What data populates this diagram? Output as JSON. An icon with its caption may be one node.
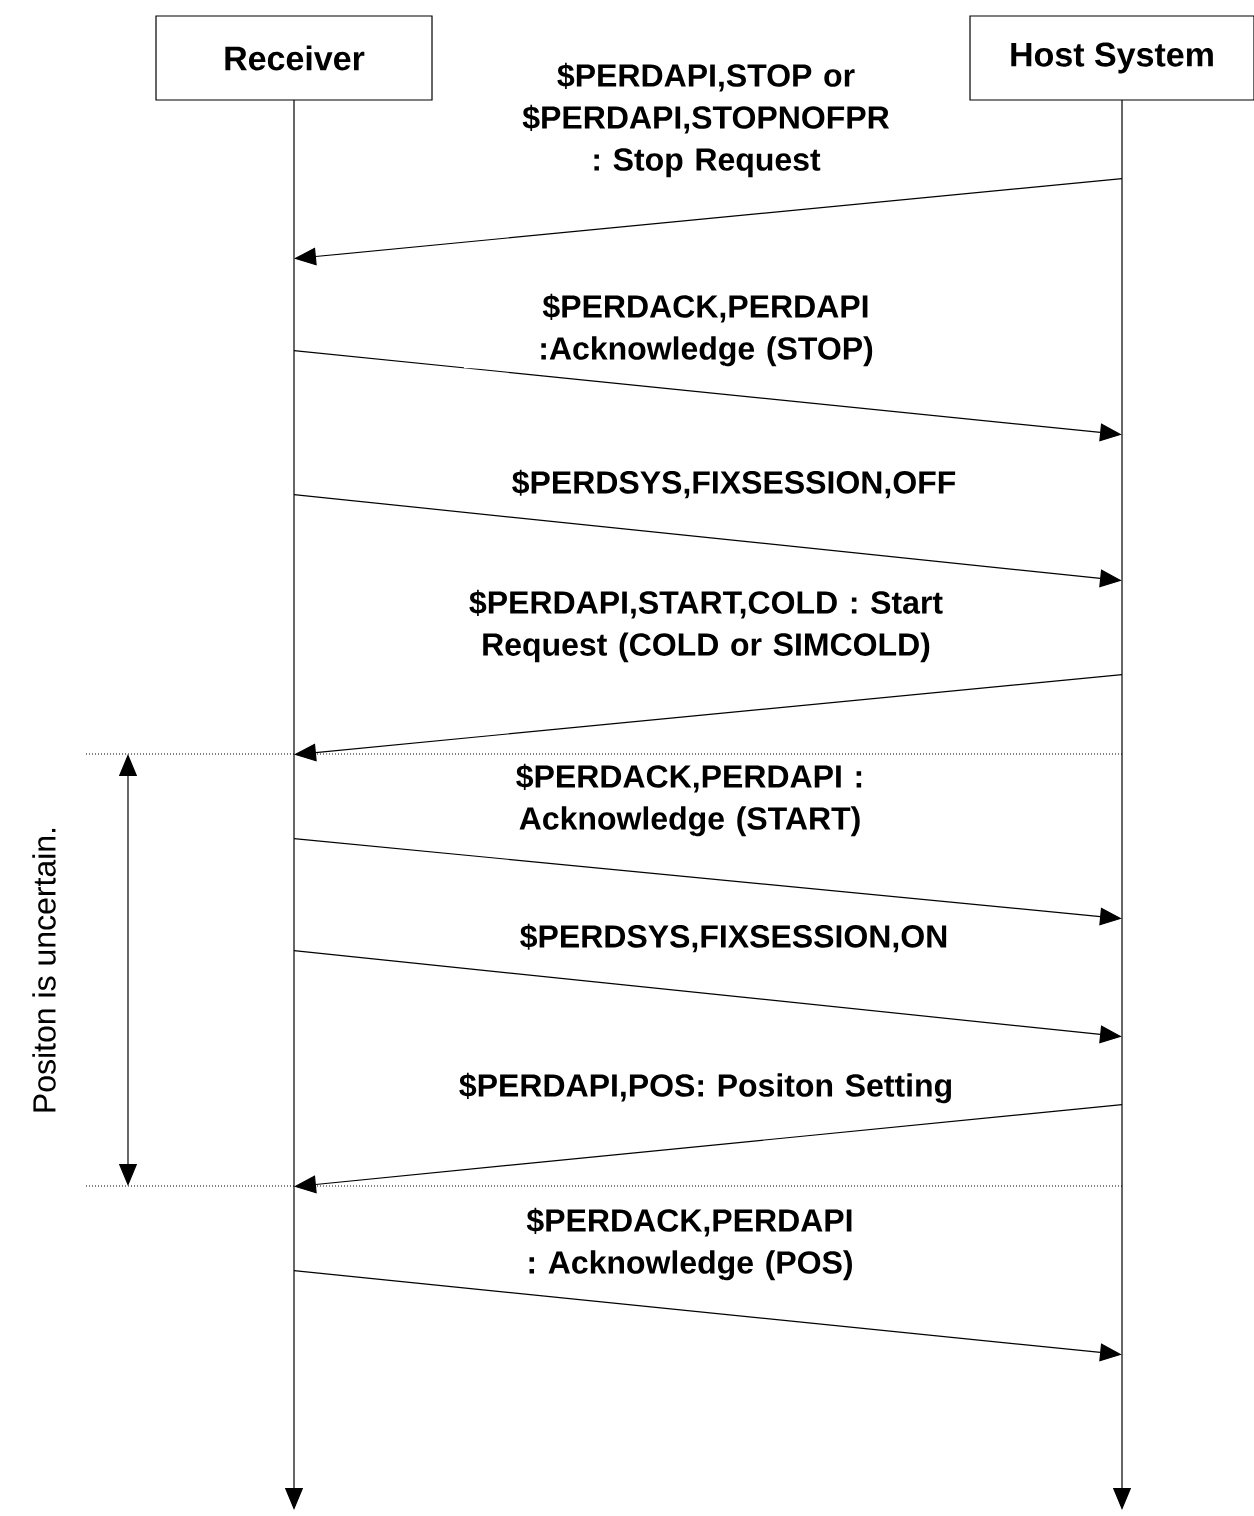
{
  "diagram": {
    "nodes": [
      {
        "text": [
          "Receiver"
        ]
      },
      {
        "text": [
          "Host System"
        ]
      }
    ],
    "edges": [
      {
        "from": 1,
        "to": 0,
        "arrow": "to",
        "label": "$PERDAPI,STOP or $PERDAPI,STOPNOFPR : Stop Request"
      },
      {
        "from": 0,
        "to": 1,
        "arrow": "to",
        "label": "$PERDACK,PERDAPI :Acknowledge (STOP)"
      },
      {
        "from": 0,
        "to": 1,
        "arrow": "to",
        "label": "$PERDSYS,FIXSESSION,OFF"
      },
      {
        "from": 1,
        "to": 0,
        "arrow": "to",
        "label": "$PERDAPI,START,COLD : Start Request (COLD or SIMCOLD)"
      },
      {
        "from": 0,
        "to": 1,
        "arrow": "to",
        "label": "$PERDACK,PERDAPI : Acknowledge (START)"
      },
      {
        "from": 0,
        "to": 1,
        "arrow": "to",
        "label": "$PERDSYS,FIXSESSION,ON"
      },
      {
        "from": 1,
        "to": 0,
        "arrow": "to",
        "label": "$PERDAPI,POS: Positon Setting"
      },
      {
        "from": 0,
        "to": 1,
        "arrow": "to",
        "label": "$PERDACK,PERDAPI : Acknowledge (POS)"
      }
    ],
    "labels": [
      "Positon is uncertain."
    ]
  }
}
